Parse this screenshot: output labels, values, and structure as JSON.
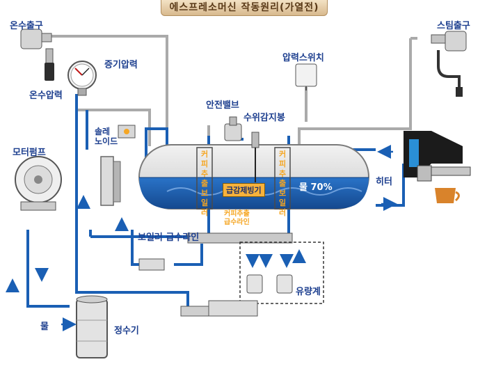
{
  "title": "에스프레소머신 작동원리(가열전)",
  "labels": {
    "hot_water_outlet": "온수출구",
    "steam_outlet": "스팀출구",
    "steam_pressure": "증기압력",
    "hot_water_pressure": "온수압력",
    "pressure_switch": "압력스위치",
    "safety_valve": "안전밸브",
    "water_level_sensor": "수위감지봉",
    "solenoid": "솔레\n노이드",
    "motor_pump": "모터펌프",
    "coffee_boiler_left": "커피추출보일러",
    "coffee_boiler_right": "커피추출보일러",
    "heat_exchanger": "급감제빙기",
    "water_level": "물 70%",
    "heater": "히터",
    "coffee_feed_line": "커피추출\n급수라인",
    "boiler_feed_line": "보일러 급수라인",
    "flow_meter": "유량계",
    "water_in": "물",
    "water_purifier": "정수기"
  },
  "colors": {
    "water": "#1a5fb4",
    "pipe": "#b8b8b8",
    "accent": "#f5a623",
    "label": "#1d3f8f"
  }
}
